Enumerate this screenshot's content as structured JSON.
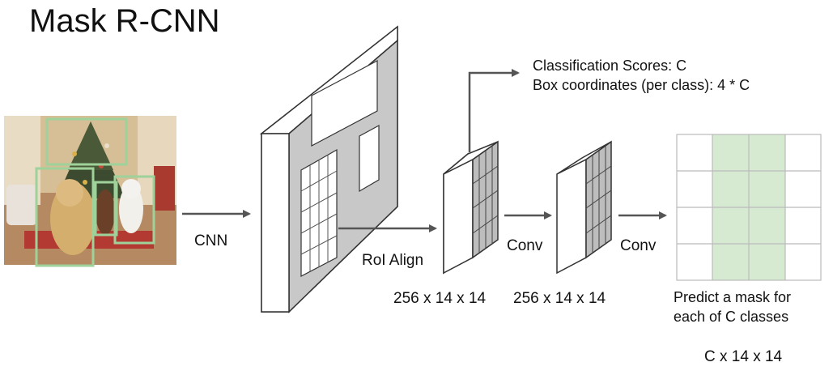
{
  "title": "Mask R-CNN",
  "labels": {
    "cnn": "CNN",
    "roi_align": "RoI Align",
    "conv_1": "Conv",
    "conv_2": "Conv",
    "dim_roi": "256 x 14 x 14",
    "dim_conv": "256 x 14 x 14",
    "dim_mask": "C x 14 x 14"
  },
  "outputs": {
    "scores": "Classification Scores: C",
    "boxes": "Box coordinates (per class): 4 * C"
  },
  "mask": {
    "caption_line1": "Predict a mask for",
    "caption_line2": "each of C classes"
  },
  "colors": {
    "mask_fill": "#d6ead2",
    "box_outline": "#9fd19a",
    "block_face": "#c8c8c8",
    "arrow": "#555555"
  }
}
